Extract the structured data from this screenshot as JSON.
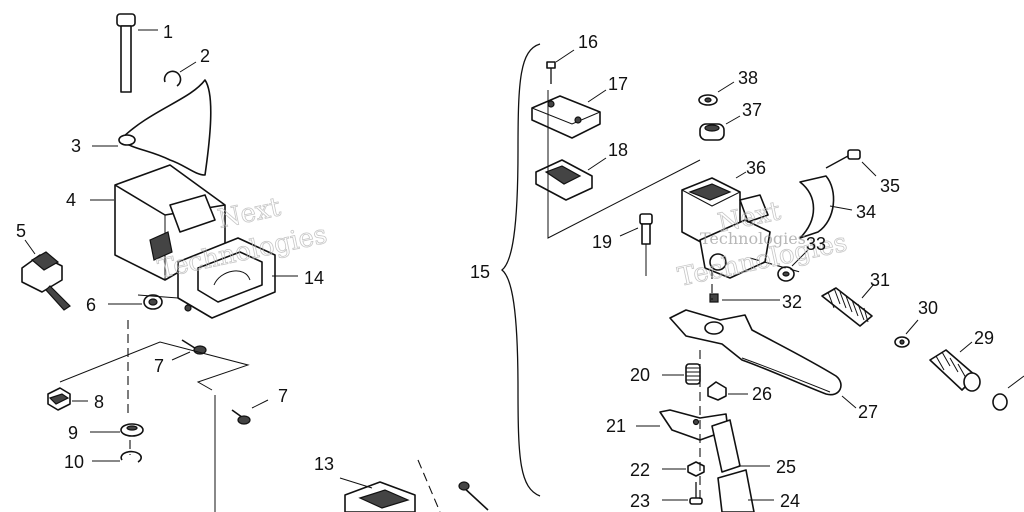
{
  "labels": [
    {
      "id": "1",
      "text": "1"
    },
    {
      "id": "2",
      "text": "2"
    },
    {
      "id": "3",
      "text": "3"
    },
    {
      "id": "4",
      "text": "4"
    },
    {
      "id": "5",
      "text": "5"
    },
    {
      "id": "6",
      "text": "6"
    },
    {
      "id": "7a",
      "text": "7"
    },
    {
      "id": "7b",
      "text": "7"
    },
    {
      "id": "8",
      "text": "8"
    },
    {
      "id": "9",
      "text": "9"
    },
    {
      "id": "10",
      "text": "10"
    },
    {
      "id": "13",
      "text": "13"
    },
    {
      "id": "14",
      "text": "14"
    },
    {
      "id": "15",
      "text": "15"
    },
    {
      "id": "16",
      "text": "16"
    },
    {
      "id": "17",
      "text": "17"
    },
    {
      "id": "18",
      "text": "18"
    },
    {
      "id": "19",
      "text": "19"
    },
    {
      "id": "20",
      "text": "20"
    },
    {
      "id": "21",
      "text": "21"
    },
    {
      "id": "22",
      "text": "22"
    },
    {
      "id": "23",
      "text": "23"
    },
    {
      "id": "24",
      "text": "24"
    },
    {
      "id": "25",
      "text": "25"
    },
    {
      "id": "26",
      "text": "26"
    },
    {
      "id": "27",
      "text": "27"
    },
    {
      "id": "29",
      "text": "29"
    },
    {
      "id": "30",
      "text": "30"
    },
    {
      "id": "31",
      "text": "31"
    },
    {
      "id": "32",
      "text": "32"
    },
    {
      "id": "33",
      "text": "33"
    },
    {
      "id": "34",
      "text": "34"
    },
    {
      "id": "35",
      "text": "35"
    },
    {
      "id": "36",
      "text": "36"
    },
    {
      "id": "37",
      "text": "37"
    },
    {
      "id": "38",
      "text": "38"
    }
  ],
  "watermark": {
    "line1": "Next",
    "line2": "Technologies"
  }
}
